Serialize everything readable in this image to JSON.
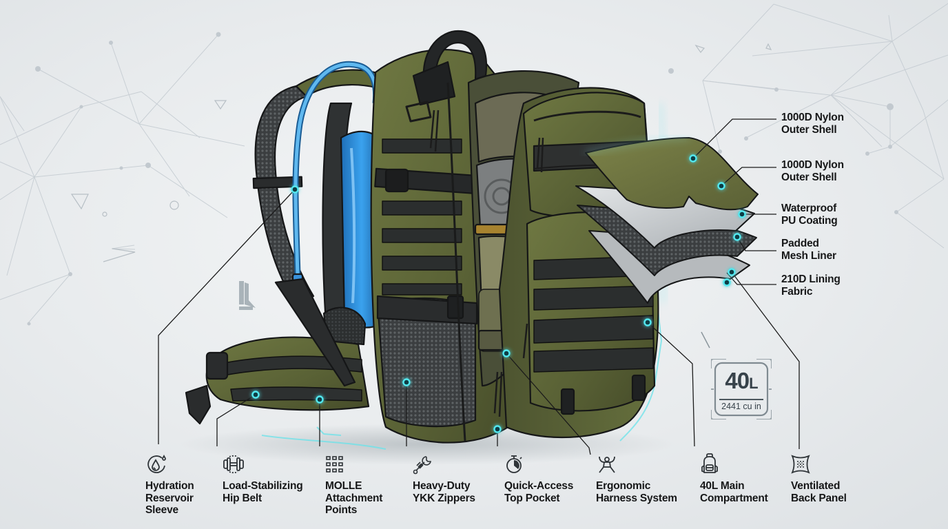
{
  "colors": {
    "background": "#e9ecee",
    "olive": "#5a6236",
    "olive_dark": "#3f4526",
    "olive_light": "#727b45",
    "strap_black": "#2a2c2d",
    "reservoir_blue": "#2f8fdc",
    "glow_cyan": "#38e0e8",
    "label_text": "#161718",
    "leader_line": "#1c1c1c",
    "network_lines": "#c3cad0"
  },
  "layer_callouts": [
    {
      "id": "outer-shell-1",
      "line1": "1000D Nylon",
      "line2": "Outer Shell"
    },
    {
      "id": "outer-shell-2",
      "line1": "1000D Nylon",
      "line2": "Outer Shell"
    },
    {
      "id": "pu-coating",
      "line1": "Waterproof",
      "line2": "PU Coating"
    },
    {
      "id": "mesh-liner",
      "line1": "Padded",
      "line2": "Mesh Liner"
    },
    {
      "id": "lining-fabric",
      "line1": "210D Lining",
      "line2": "Fabric"
    }
  ],
  "capacity_badge": {
    "value": "40",
    "unit": "L",
    "subtext": "2441 cu in"
  },
  "features": [
    {
      "id": "hydration",
      "icon": "water-drop-icon",
      "lines": [
        "Hydration",
        "Reservoir",
        "Sleeve"
      ]
    },
    {
      "id": "hip-belt",
      "icon": "dumbbell-icon",
      "lines": [
        "Load-Stabilizing",
        "Hip Belt"
      ]
    },
    {
      "id": "molle",
      "icon": "grid-dots-icon",
      "lines": [
        "MOLLE",
        "Attachment",
        "Points"
      ]
    },
    {
      "id": "zippers",
      "icon": "wrench-zipper-icon",
      "lines": [
        "Heavy-Duty",
        "YKK Zippers"
      ]
    },
    {
      "id": "top-pocket",
      "icon": "stopwatch-icon",
      "lines": [
        "Quick-Access",
        "Top Pocket"
      ]
    },
    {
      "id": "harness",
      "icon": "person-flex-icon",
      "lines": [
        "Ergonomic",
        "Harness System"
      ]
    },
    {
      "id": "main-compartment",
      "icon": "backpack-icon",
      "lines": [
        "40L Main",
        "Compartment"
      ]
    },
    {
      "id": "back-panel",
      "icon": "ventilated-mesh-icon",
      "lines": [
        "Ventilated",
        "Back Panel"
      ]
    }
  ]
}
